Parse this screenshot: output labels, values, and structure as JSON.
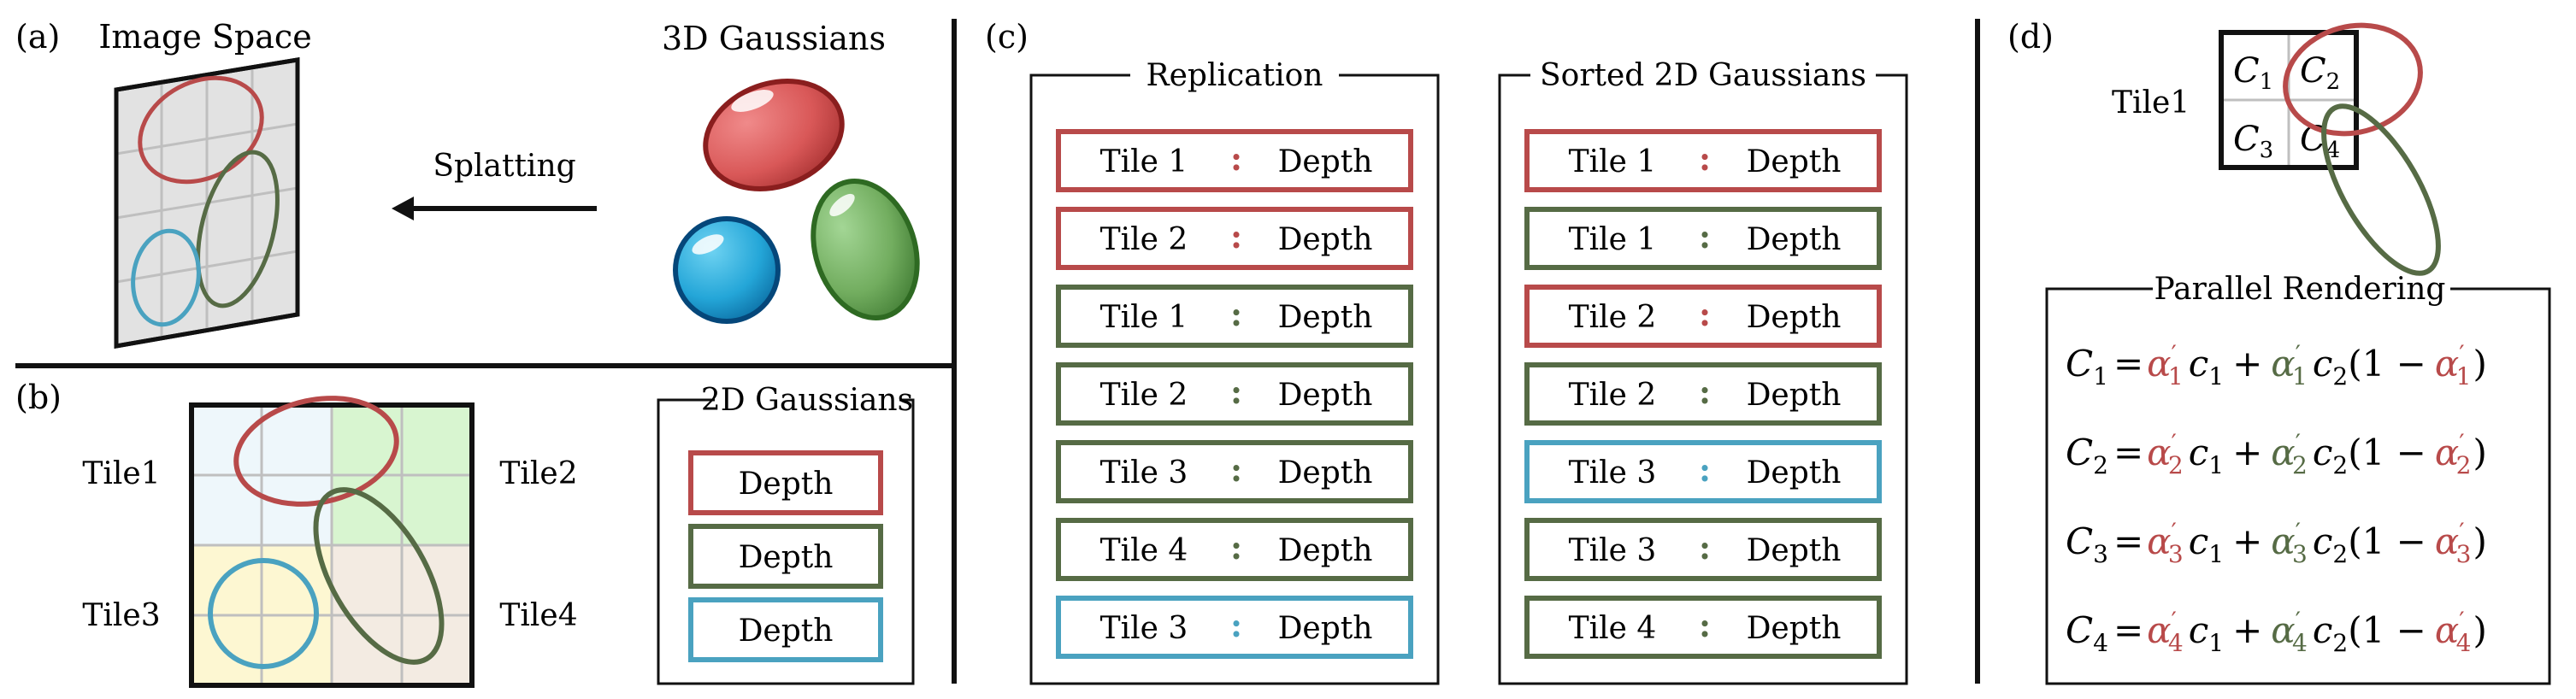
{
  "colors": {
    "red": "#b84a4a",
    "green": "#566b45",
    "blue": "#4aa2c0",
    "black": "#111111",
    "grid": "#bfbfbf",
    "image_plane": "#e2e2e2",
    "tile_lightblue": "#eef7fb",
    "tile_lightgreen": "#d8f5d0",
    "tile_lightyellow": "#fdf7d2",
    "tile_beige": "#f3ebe2"
  },
  "panel_a": {
    "label": "(a)",
    "image_space_title": "Image Space",
    "gaussians_title": "3D Gaussians",
    "arrow_label": "Splatting"
  },
  "panel_b": {
    "label": "(b)",
    "tiles": [
      "Tile1",
      "Tile2",
      "Tile3",
      "Tile4"
    ],
    "box_title": "2D Gaussians",
    "boxes": [
      {
        "text": "Depth",
        "color": "red"
      },
      {
        "text": "Depth",
        "color": "green"
      },
      {
        "text": "Depth",
        "color": "blue"
      }
    ]
  },
  "panel_c": {
    "label": "(c)",
    "replication": {
      "title": "Replication",
      "rows": [
        {
          "tile": "Tile 1",
          "sep": ":",
          "depth": "Depth",
          "color": "red"
        },
        {
          "tile": "Tile 2",
          "sep": ":",
          "depth": "Depth",
          "color": "red"
        },
        {
          "tile": "Tile 1",
          "sep": ":",
          "depth": "Depth",
          "color": "green"
        },
        {
          "tile": "Tile 2",
          "sep": ":",
          "depth": "Depth",
          "color": "green"
        },
        {
          "tile": "Tile 3",
          "sep": ":",
          "depth": "Depth",
          "color": "green"
        },
        {
          "tile": "Tile 4",
          "sep": ":",
          "depth": "Depth",
          "color": "green"
        },
        {
          "tile": "Tile 3",
          "sep": ":",
          "depth": "Depth",
          "color": "blue"
        }
      ]
    },
    "sorted": {
      "title": "Sorted 2D Gaussians",
      "rows": [
        {
          "tile": "Tile 1",
          "sep": ":",
          "depth": "Depth",
          "color": "red"
        },
        {
          "tile": "Tile 1",
          "sep": ":",
          "depth": "Depth",
          "color": "green"
        },
        {
          "tile": "Tile 2",
          "sep": ":",
          "depth": "Depth",
          "color": "red"
        },
        {
          "tile": "Tile 2",
          "sep": ":",
          "depth": "Depth",
          "color": "green"
        },
        {
          "tile": "Tile 3",
          "sep": ":",
          "depth": "Depth",
          "color": "blue"
        },
        {
          "tile": "Tile 3",
          "sep": ":",
          "depth": "Depth",
          "color": "green"
        },
        {
          "tile": "Tile 4",
          "sep": ":",
          "depth": "Depth",
          "color": "green"
        }
      ]
    }
  },
  "panel_d": {
    "label": "(d)",
    "tile_label": "Tile1",
    "cells": [
      {
        "base": "C",
        "sub": "1"
      },
      {
        "base": "C",
        "sub": "2"
      },
      {
        "base": "C",
        "sub": "3"
      },
      {
        "base": "C",
        "sub": "4"
      }
    ],
    "box_title": "Parallel Rendering",
    "equations": [
      {
        "lhs": "C",
        "lhs_sub": "1",
        "alpha": "α",
        "prime": "′",
        "idx": "1",
        "c1": "c",
        "c1_sub": "1",
        "plus": "+",
        "c2": "c",
        "c2_sub": "2",
        "open": "(1 −",
        "close": ")",
        "eq": "="
      },
      {
        "lhs": "C",
        "lhs_sub": "2",
        "alpha": "α",
        "prime": "′",
        "idx": "2",
        "c1": "c",
        "c1_sub": "1",
        "plus": "+",
        "c2": "c",
        "c2_sub": "2",
        "open": "(1 −",
        "close": ")",
        "eq": "="
      },
      {
        "lhs": "C",
        "lhs_sub": "3",
        "alpha": "α",
        "prime": "′",
        "idx": "3",
        "c1": "c",
        "c1_sub": "1",
        "plus": "+",
        "c2": "c",
        "c2_sub": "2",
        "open": "(1 −",
        "close": ")",
        "eq": "="
      },
      {
        "lhs": "C",
        "lhs_sub": "4",
        "alpha": "α",
        "prime": "′",
        "idx": "4",
        "c1": "c",
        "c1_sub": "1",
        "plus": "+",
        "c2": "c",
        "c2_sub": "2",
        "open": "(1 −",
        "close": ")",
        "eq": "="
      }
    ]
  }
}
